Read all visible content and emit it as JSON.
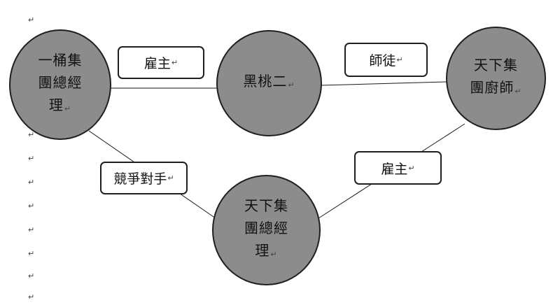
{
  "diagram": {
    "nodes": {
      "n1": {
        "lines": [
          "一桶集",
          "團總經",
          "理"
        ]
      },
      "n2": {
        "lines": [
          "黑桃二"
        ]
      },
      "n3": {
        "lines": [
          "天下集",
          "團廚師"
        ]
      },
      "n4": {
        "lines": [
          "天下集",
          "團總經",
          "理"
        ]
      }
    },
    "edge_labels": {
      "e1": "雇主",
      "e2": "師徒",
      "e3": "競爭對手",
      "e4": "雇主"
    },
    "return_mark": "↵"
  },
  "colors": {
    "node_fill": "#8c8c8c",
    "outline": "#1f1f1f",
    "label_fill": "#ffffff"
  }
}
